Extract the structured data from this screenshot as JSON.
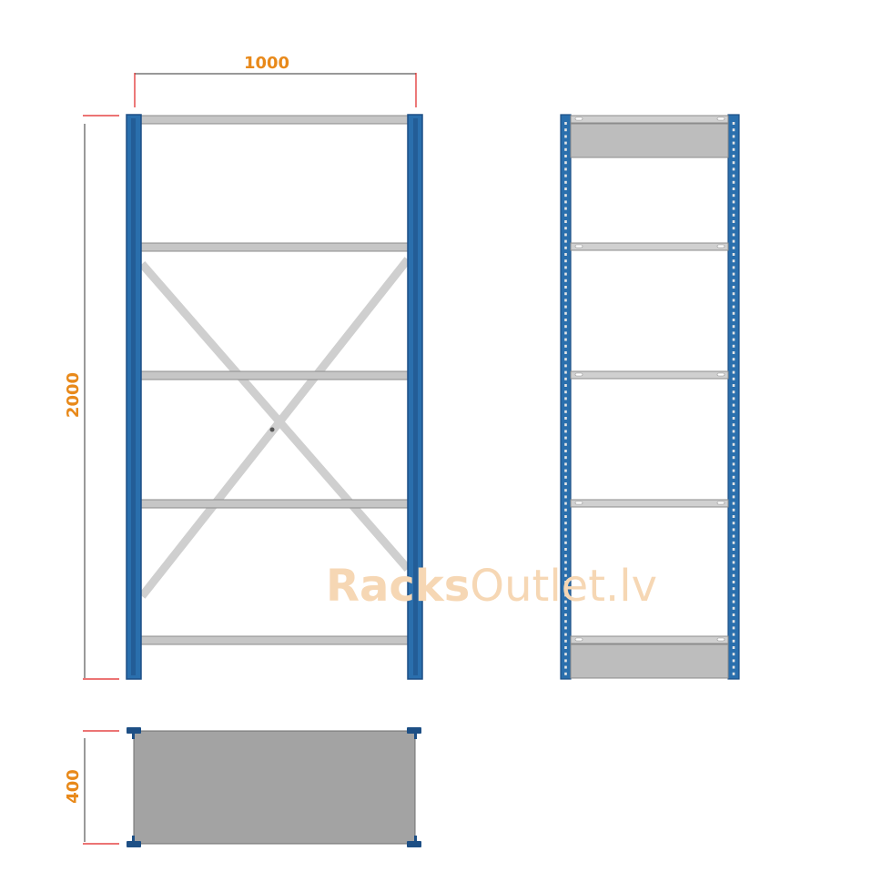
{
  "dimensions": {
    "width": "1000",
    "height": "2000",
    "depth": "400"
  },
  "watermark": {
    "brand_bold": "Racks",
    "brand_light": "Outlet.lv"
  },
  "colors": {
    "upright_blue": "#2a6fad",
    "upright_dark": "#1d4f85",
    "upright_hole": "#e6e6e6",
    "shelf_gray": "#c6c6c6",
    "shelf_edge": "#8c8c8c",
    "brace_gray": "#cfcfcf",
    "plate_gray": "#bdbdbd",
    "top_panel": "#a3a3a3",
    "dim_text": "#e8891a",
    "dim_line": "#333333",
    "tick_red": "#e02020",
    "watermark": "#f6d7b4"
  },
  "views": {
    "front": "front-view",
    "side": "side-view",
    "top": "top-view"
  }
}
